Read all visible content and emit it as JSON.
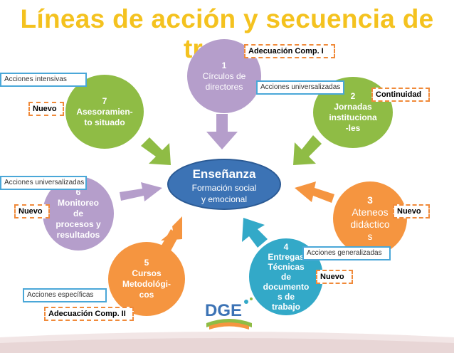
{
  "title": {
    "line1": "Líneas de acción y secuencia de",
    "line2": "tr"
  },
  "center": {
    "main": "Enseñanza",
    "sub1": "Formación social",
    "sub2": "y emocional"
  },
  "circles": [
    {
      "num": "1",
      "l1": "Círculos de",
      "l2": "directores",
      "l3": "",
      "l4": ""
    },
    {
      "num": "2",
      "l1": "Jornadas",
      "l2": "instituciona",
      "l3": "-les",
      "l4": ""
    },
    {
      "num": "3",
      "l1": "Ateneos",
      "l2": "didáctico",
      "l3": "s",
      "l4": ""
    },
    {
      "num": "4",
      "l1": "Entregas",
      "l2": "Técnicas",
      "l3": "de",
      "l4": "documento",
      "l5": "s de",
      "l6": "trabajo"
    },
    {
      "num": "5",
      "l1": "Cursos",
      "l2": "Metodológi-",
      "l3": "cos",
      "l4": ""
    },
    {
      "num": "6",
      "l1": "Monitoreo",
      "l2": "de",
      "l3": "procesos y",
      "l4": "resultados"
    },
    {
      "num": "7",
      "l1": "Asesoramien-",
      "l2": "to situado",
      "l3": "",
      "l4": ""
    }
  ],
  "tags": {
    "intensivas": "Acciones intensivas",
    "universal_top": "Acciones universalizadas",
    "universal_left": "Acciones universalizadas",
    "generalizadas": "Acciones generalizadas",
    "especificas": "Acciones específicas",
    "adecuacion1": "Adecuación Comp. I",
    "adecuacion2": "Adecuación Comp. II",
    "continuidad": "Continuidad",
    "nuevo": "Nuevo"
  },
  "logo": "DGE",
  "colors": {
    "title": "#f4c21f",
    "purple": "#b59ecb",
    "green": "#8fbc45",
    "orange": "#f59540",
    "teal": "#33a9c8",
    "center": "#3c73b5"
  }
}
